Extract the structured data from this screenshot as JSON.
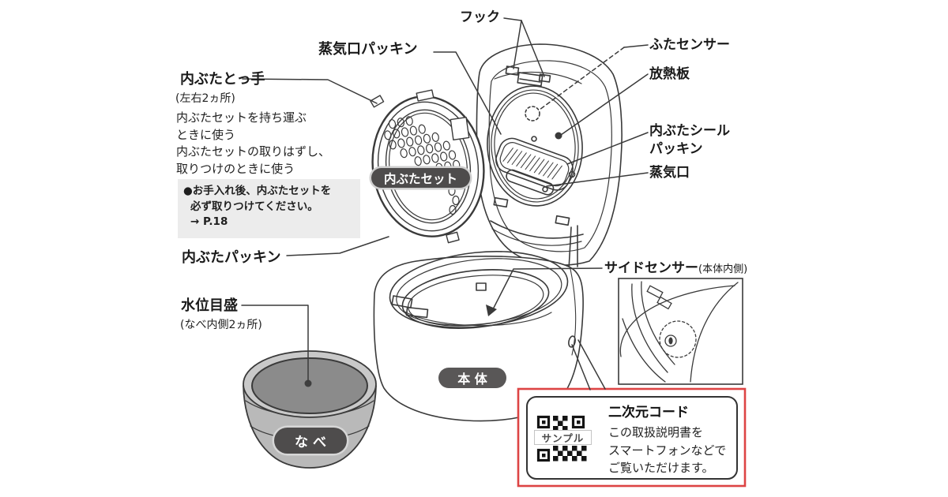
{
  "colors": {
    "line": "#3a3a3a",
    "text": "#1a1a1a",
    "note_box_bg": "#ececec",
    "badge_bg": "#4e4c4c",
    "qr_frame_red": "#dd4444",
    "pot_top": "#8b8b8b",
    "pot_body": "#b9b9b9"
  },
  "labels": {
    "hook": "フック",
    "steam_vent_packing": "蒸気口パッキン",
    "lid_sensor": "ふたセンサー",
    "heat_radiation_plate": "放熱板",
    "inner_lid_seal_packing": "内ぶたシール\nパッキン",
    "steam_vent": "蒸気口",
    "inner_lid_handle": {
      "title": "内ぶたとっ手",
      "subtitle": "(左右2ヵ所)",
      "description": "内ぶたセットを持ち運ぶ\nときに使う\n内ぶたセットの取りはずし、\n取りつけのときに使う"
    },
    "inner_lid_packing": "内ぶたパッキン",
    "water_level_scale": {
      "title": "水位目盛",
      "subtitle": "(なべ内側2ヵ所)"
    },
    "side_sensor": {
      "title": "サイドセンサー",
      "subtitle": "(本体内側)"
    }
  },
  "note_box": {
    "line1": "●お手入れ後、内ぶたセットを",
    "line2": "必ず取りつけてください。",
    "line3": "→ P.18"
  },
  "badges": {
    "inner_lid_set": "内ぶたセット",
    "main_body": "本 体",
    "pot": "な べ"
  },
  "qr_box": {
    "title": "二次元コード",
    "description": "この取扱説明書を\nスマートフォンなどで\nご覧いただけます。",
    "sample_label": "サンプル"
  }
}
